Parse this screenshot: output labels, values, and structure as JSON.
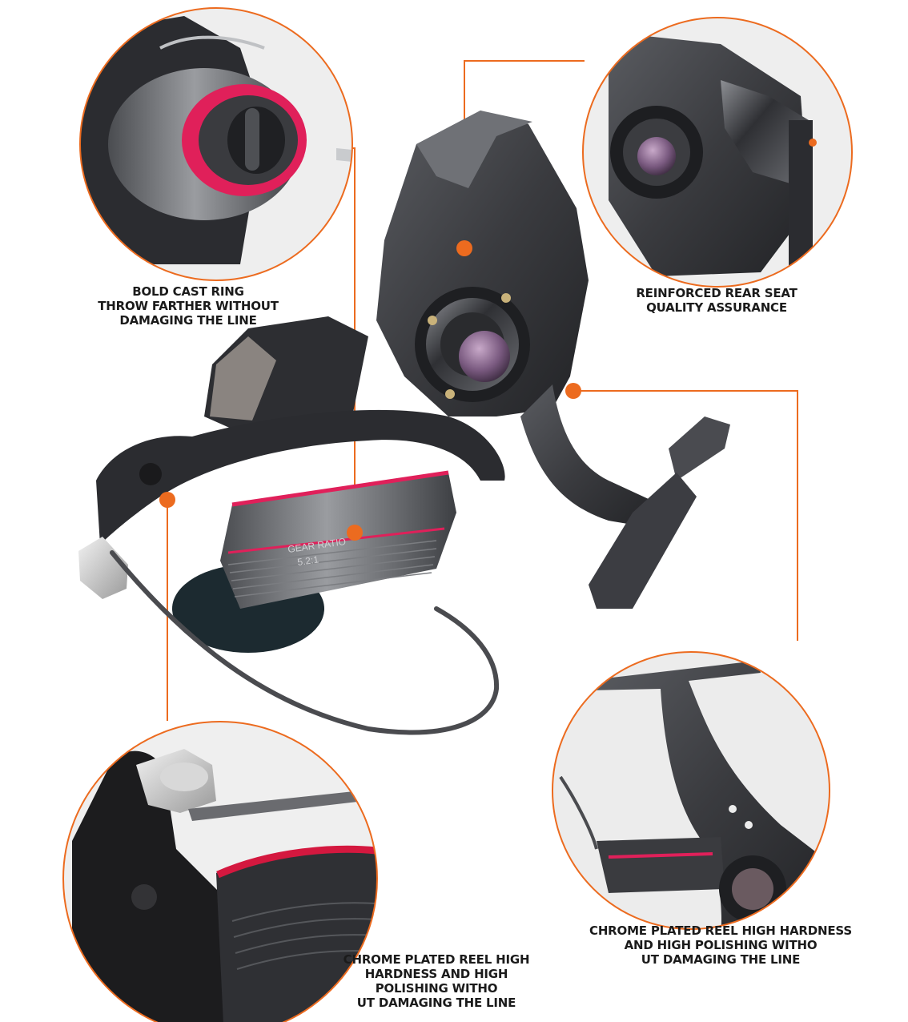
{
  "colors": {
    "accent_orange": "#ec6b1f",
    "reel_dark": "#3a3b3f",
    "reel_grey": "#6a6c71",
    "accent_pink": "#e0205a",
    "text": "#1b1b1b"
  },
  "callouts": {
    "cast_ring": {
      "line1": "BOLD CAST RING",
      "line2": "THROW FARTHER WITHOUT",
      "line3": "DAMAGING THE LINE"
    },
    "rear_seat": {
      "line1": "REINFORCED REAR SEAT",
      "line2": "QUALITY ASSURANCE"
    },
    "handle": {
      "line1": "CHROME PLATED REEL HIGH HARDNESS",
      "line2": "AND HIGH POLISHING WITHO",
      "line3": "UT DAMAGING THE LINE"
    },
    "line_roller": {
      "line1": "CHROME PLATED REEL HIGH",
      "line2": "HARDNESS AND HIGH",
      "line3": "POLISHING WITHO",
      "line4": "UT DAMAGING THE LINE"
    }
  },
  "spool_text": {
    "label": "GEAR RATIO",
    "ratio": "5.2:1"
  }
}
